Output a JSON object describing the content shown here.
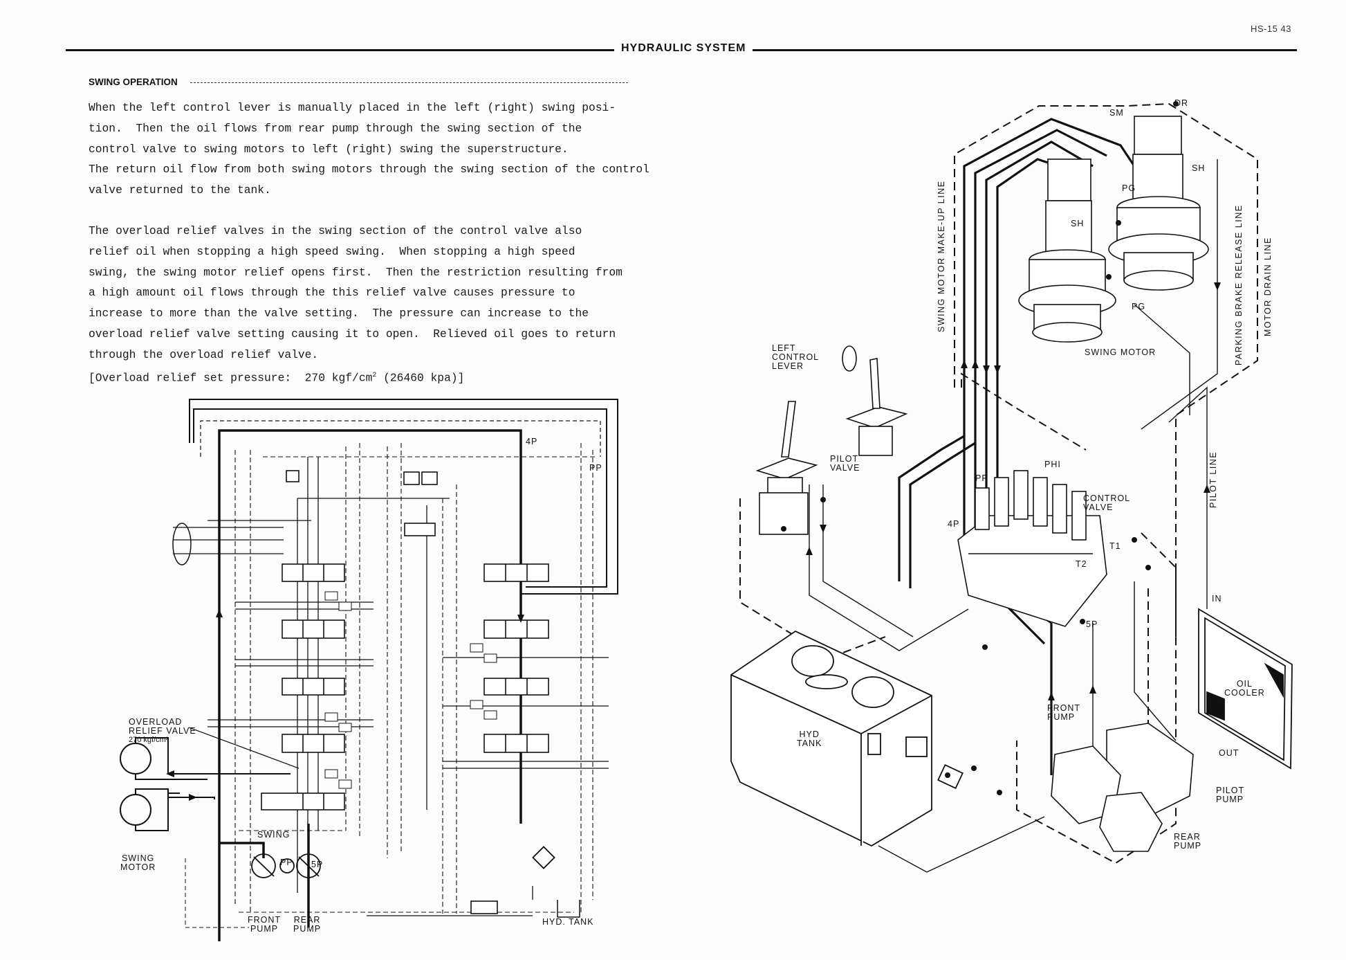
{
  "header": {
    "title": "HYDRAULIC SYSTEM",
    "page_number": "HS-15 43"
  },
  "section": {
    "title": "SWING OPERATION",
    "paragraph1": [
      "When the left control lever is manually placed in the left (right) swing posi-",
      "tion.  Then the oil flows from rear pump through the swing section of the",
      "control valve to swing motors to left (right) swing the superstructure.",
      "The return oil flow from both swing motors through the swing section of the control",
      "valve returned to the tank."
    ],
    "paragraph2": [
      "The overload relief valves in the swing section of the control valve also",
      "relief oil when stopping a high speed swing.  When stopping a high speed",
      "swing, the swing motor relief opens first.  Then the restriction resulting from",
      "a high amount oil flows through the this relief valve causes pressure to",
      "increase to more than the valve setting.  The pressure can increase to the",
      "overload relief valve setting causing it to open.  Relieved oil goes to return",
      "through the overload relief valve."
    ],
    "pressure_prefix": "[Overload relief set pressure:  270 kgf/cm",
    "pressure_sup": "2",
    "pressure_suffix": " (26460 kpa)]"
  },
  "schematic": {
    "port_4p": "4P",
    "port_pp": "PP",
    "overload_line1": "OVERLOAD",
    "overload_line2": "RELIEF VALVE",
    "overload_line3": "270 kgf/cm²",
    "swing": "SWING",
    "swing_motor_line1": "SWING",
    "swing_motor_line2": "MOTOR",
    "pump_pp": "PP",
    "pump_5p": "5P",
    "front_pump_line1": "FRONT",
    "front_pump_line2": "PUMP",
    "rear_pump_line1": "REAR",
    "rear_pump_line2": "PUMP",
    "hyd_tank": "HYD. TANK"
  },
  "pictorial": {
    "dr": "DR",
    "sm": "SM",
    "sh_right": "SH",
    "pg_top": "PG",
    "sh_left": "SH",
    "pg_bottom": "PG",
    "swing_motor": "SWING MOTOR",
    "makeup_line": "SWING MOTOR MAKE-UP LINE",
    "parking_brake_line": "PARKING BRAKE RELEASE LINE",
    "drain_line": "MOTOR DRAIN LINE",
    "left_control_lever": [
      "LEFT",
      "CONTROL",
      "LEVER"
    ],
    "pilot_valve": [
      "PILOT",
      "VALVE"
    ],
    "phi": "PHI",
    "pp": "PP",
    "control_valve": [
      "CONTROL",
      "VALVE"
    ],
    "port_4p": "4P",
    "t1": "T1",
    "t2": "T2",
    "port_5p": "5P",
    "pilot_line": "PILOT LINE",
    "in": "IN",
    "oil_cooler": [
      "OIL",
      "COOLER"
    ],
    "out": "OUT",
    "hyd_tank": [
      "HYD",
      "TANK"
    ],
    "front_pump": [
      "FRONT",
      "PUMP"
    ],
    "pilot_pump": [
      "PILOT",
      "PUMP"
    ],
    "rear_pump": [
      "REAR",
      "PUMP"
    ]
  }
}
